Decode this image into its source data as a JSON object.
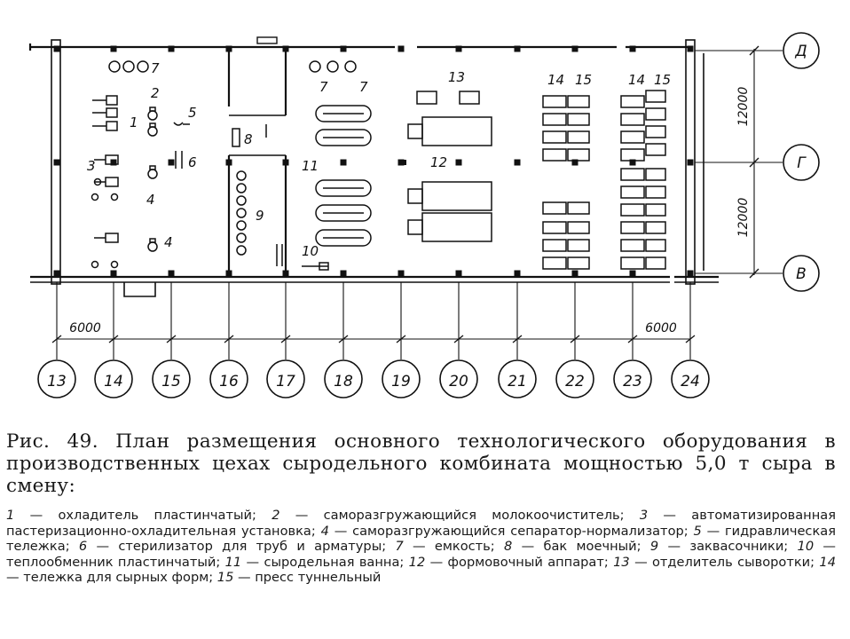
{
  "caption": {
    "prefix": "Рис. 49.",
    "title": "План размещения основного технологического оборудования в производственных цехах сыродельного комбината мощностью 5,0 т сыра в смену:"
  },
  "legend": [
    {
      "n": "1",
      "text": "охладитель пластинчатый;"
    },
    {
      "n": "2",
      "text": "саморазгружающийся молокоочиститель;"
    },
    {
      "n": "3",
      "text": "автоматизированная пастеризационно-охладительная установка;"
    },
    {
      "n": "4",
      "text": "саморазгружающийся сепаратор-нормализатор;"
    },
    {
      "n": "5",
      "text": "гидравлическая тележка;"
    },
    {
      "n": "6",
      "text": "стерилизатор для труб и арматуры;"
    },
    {
      "n": "7",
      "text": "емкость;"
    },
    {
      "n": "8",
      "text": "бак моечный;"
    },
    {
      "n": "9",
      "text": "заквасочники;"
    },
    {
      "n": "10",
      "text": "теплообменник пластинчатый;"
    },
    {
      "n": "11",
      "text": "сыродельная ванна;"
    },
    {
      "n": "12",
      "text": "формовочный аппарат;"
    },
    {
      "n": "13",
      "text": "отделитель сыворотки;"
    },
    {
      "n": "14",
      "text": "тележка для сырных форм;"
    },
    {
      "n": "15",
      "text": "пресс туннельный"
    }
  ],
  "axes_columns": [
    "13",
    "14",
    "15",
    "16",
    "17",
    "18",
    "19",
    "20",
    "21",
    "22",
    "23",
    "24"
  ],
  "axes_rows": [
    "Д",
    "Г",
    "В"
  ],
  "dimensions": {
    "bottom_left": "6000",
    "bottom_right": "6000",
    "side_top": "12000",
    "side_bottom": "12000"
  },
  "equipment_labels": {
    "l7a": "7",
    "l7b": "7",
    "l7c": "7",
    "l2": "2",
    "l1": "1",
    "l5": "5",
    "l3": "3",
    "l6": "6",
    "l4a": "4",
    "l4b": "4",
    "l8": "8",
    "l9": "9",
    "l10": "10",
    "l11": "11",
    "l12": "12",
    "l13": "13",
    "l14a": "14",
    "l15a": "15",
    "l14b": "14",
    "l15b": "15"
  }
}
